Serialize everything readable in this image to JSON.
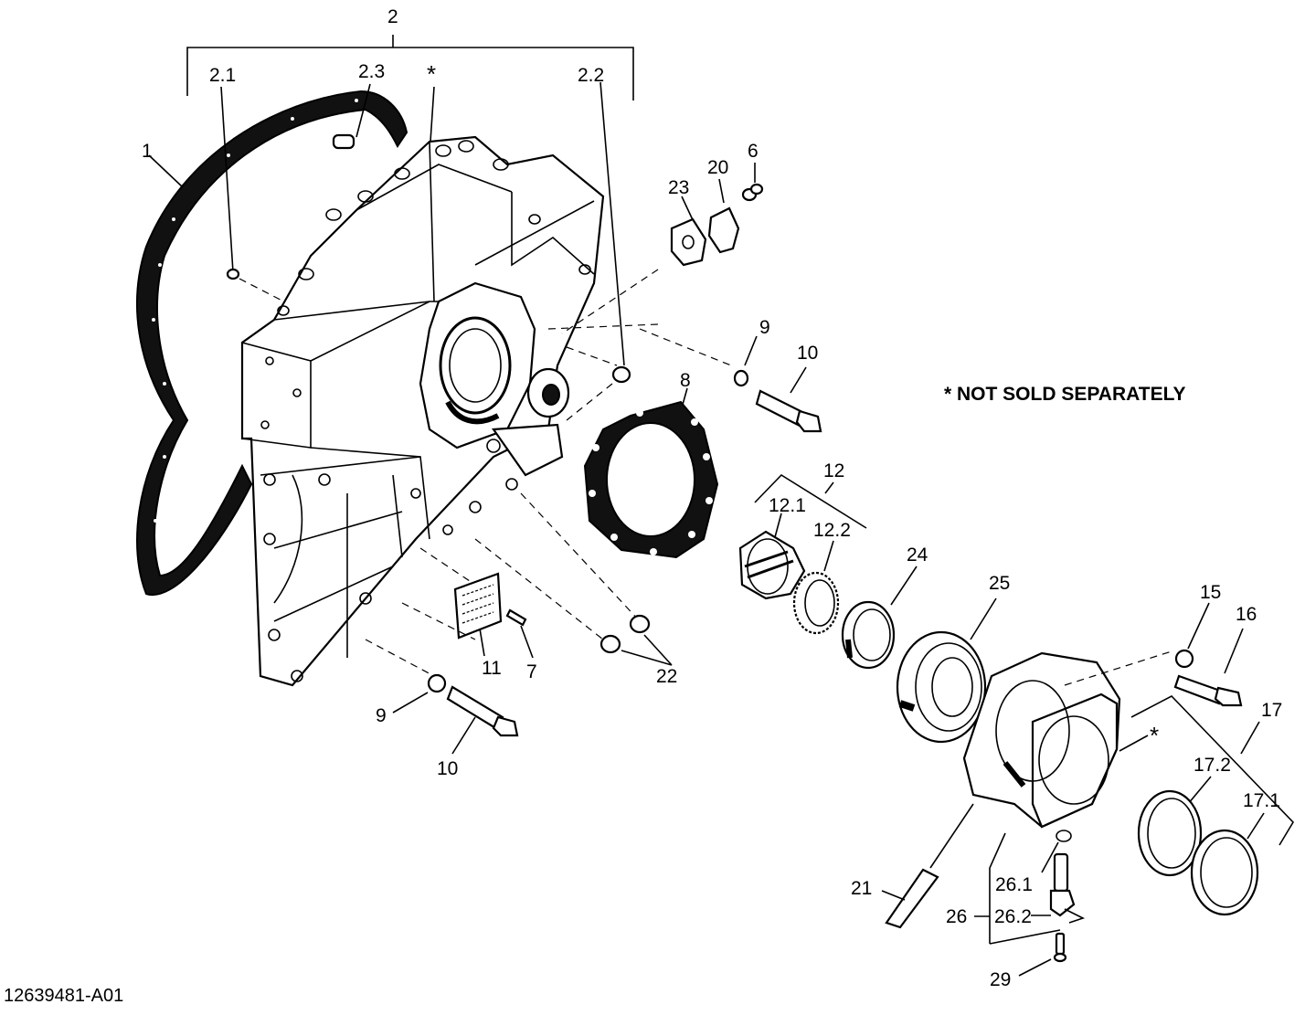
{
  "figure_id": "12639481-A01",
  "note": "* NOT SOLD SEPARATELY",
  "labels": {
    "l2": "2",
    "l2_1": "2.1",
    "l2_3": "2.3",
    "star_top": "*",
    "l2_2": "2.2",
    "l1": "1",
    "l23": "23",
    "l20": "20",
    "l6": "6",
    "l9a": "9",
    "l10a": "10",
    "l8": "8",
    "l12": "12",
    "l12_1": "12.1",
    "l12_2": "12.2",
    "l24": "24",
    "l25": "25",
    "l15": "15",
    "l16": "16",
    "l17": "17",
    "star_right": "*",
    "l17_2": "17.2",
    "l17_1": "17.1",
    "l11": "11",
    "l7": "7",
    "l22": "22",
    "l9b": "9",
    "l10b": "10",
    "l21": "21",
    "l26_1": "26.1",
    "l26": "26",
    "l26_2": "26.2",
    "l29": "29"
  }
}
